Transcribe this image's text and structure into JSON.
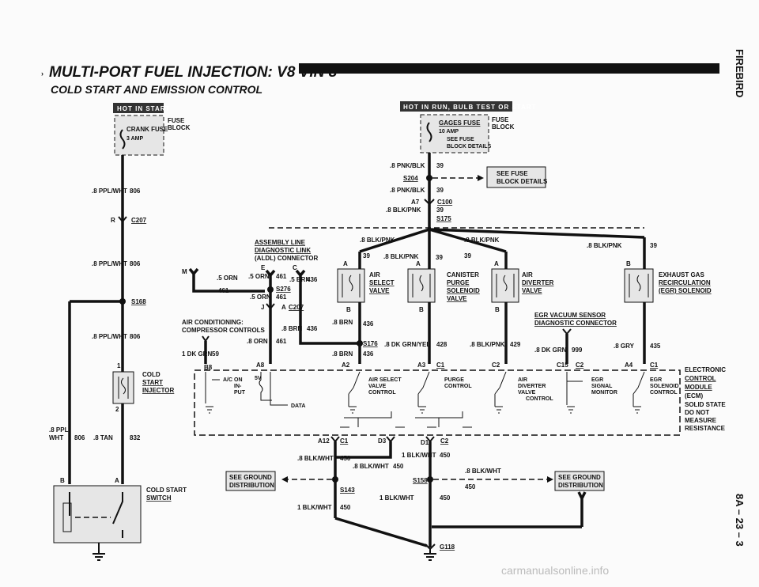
{
  "header": {
    "title": "MULTI-PORT FUEL INJECTION: V8 VIN 8",
    "subtitle": "COLD START AND EMISSION CONTROL"
  },
  "side_labels": {
    "model": "FIREBIRD",
    "page": "8A – 23 – 3"
  },
  "tags": {
    "hot_in_start": "HOT IN START",
    "hot_in_run": "HOT IN RUN, BULB TEST OR START"
  },
  "fuse_left": {
    "block": "FUSE\nBLOCK",
    "fuse": "CRANK FUSE",
    "amp": "3 AMP"
  },
  "fuse_right": {
    "block": "FUSE\nBLOCK",
    "fuse": "GAGES FUSE",
    "amp": "10 AMP",
    "see": "SEE FUSE",
    "details": "BLOCK DETAILS"
  },
  "see_fuse_box": {
    "line1": "SEE FUSE",
    "line2": "BLOCK DETAILS"
  },
  "left_wires": {
    "w1": ".8 PPL/WHT",
    "c1": "806",
    "r": "R",
    "c207": "C207",
    "w2": ".8 PPL/WHT",
    "c2": "806",
    "s168": "S168",
    "w3": ".8 PPL/WHT",
    "c3": "806",
    "cold1": "COLD",
    "cold2": "START",
    "cold3": "INJECTOR",
    "pin1": "1",
    "pin2": "2",
    "ppl1": ".8 PPL/",
    "ppl2": "WHT",
    "c4": "806",
    "tan": ".8 TAN",
    "c832": "832",
    "b": "B",
    "a": "A",
    "switch1": "COLD START",
    "switch2": "SWITCH"
  },
  "top_wires": {
    "pnk1": ".8 PNK/BLK",
    "c39a": "39",
    "s204": "S204",
    "pnk2": ".8 PNK/BLK",
    "c39b": "39",
    "a7": "A7",
    "c100": "C100",
    "blkpnk": ".8 BLK/PNK",
    "c39c": "39",
    "s175": "S175"
  },
  "aldl": {
    "l1": "ASSEMBLY LINE",
    "l2": "DIAGNOSTIC LINK",
    "l3": "(ALDL) CONNECTOR"
  },
  "branch_labels": {
    "b1": ".8 BLK/PNK",
    "b2": ".8 BLK/PNK",
    "b3": ".8 BLK/PNK",
    "b4": ".8 BLK/PNK",
    "n39a": "39",
    "n39b": "39",
    "n39c": "39",
    "n39d": "39"
  },
  "aldl_wires": {
    "m": "M",
    "e": "E",
    "c": "C",
    "orn5a": ".5 ORN",
    "orn5b": ".5 ORN",
    "n461a": "461",
    "brn5": ".5 BRN",
    "n436a": "436",
    "s276": "S276",
    "n461b": "461",
    "orn5c": ".5 ORN",
    "n461c": "461",
    "j": "J",
    "a": "A",
    "c207": "C207"
  },
  "ac": {
    "l1": "AIR CONDITIONING:",
    "l2": "COMPRESSOR CONTROLS",
    "brn": ".8 BRN",
    "n436": "436",
    "orn": ".8 ORN",
    "n461": "461",
    "grn": "1 DK GRN",
    "n59": "59"
  },
  "components": {
    "air_select": [
      "AIR",
      "SELECT",
      "VALVE"
    ],
    "canister": [
      "CANISTER",
      "PURGE",
      "SOLENOID",
      "VALVE"
    ],
    "air_diverter": [
      "AIR",
      "DIVERTER",
      "VALVE"
    ],
    "egr_exhaust": [
      "EXHAUST GAS",
      "RECIRCULATION",
      "(EGR) SOLENOID"
    ],
    "egr_sensor": [
      "EGR VACUUM SENSOR",
      "DIAGNOSTIC CONNECTOR"
    ]
  },
  "mid_wires": {
    "brn1": ".8 BRN",
    "n436a": "436",
    "s176": "S176",
    "dkgrn": ".8 DK GRN/YEL",
    "n428": "428",
    "brn2": ".8 BRN",
    "n436b": "436",
    "blkpnk": ".8 BLK/PNK",
    "n429": "429",
    "dkgrn2": ".8 DK GRN",
    "n999": "999",
    "gry": ".8 GRY",
    "n435": "435",
    "b": "B",
    "a1": "A",
    "a2": "A",
    "a3": "A",
    "b2": "B",
    "b3": "B",
    "b4": "B"
  },
  "ecm_pins": {
    "b8": "B8",
    "a8": "A8",
    "a2": "A2",
    "a3": "A3",
    "c1a": "C1",
    "c2": "C2",
    "c15": "C15",
    "c2b": "C2",
    "a4": "A4",
    "c1b": "C1"
  },
  "ecm": {
    "ac_on": "A/C ON",
    "input": "IN-\nPUT",
    "sv": "5V",
    "data": "DATA",
    "air_select": "AIR SELECT\nVALVE\nCONTROL",
    "purge": "PURGE\nCONTROL",
    "air_div": "AIR\nDIVERTER\nVALVE\nCONTROL",
    "egr_sig": "EGR\nSIGNAL\nMONITOR",
    "egr_sol": "EGR\nSOLENOID\nCONTROL",
    "title": [
      "ELECTRONIC",
      "CONTROL",
      "MODULE",
      "(ECM)"
    ],
    "note": [
      "SOLID STATE",
      "DO NOT",
      "MEASURE",
      "RESISTANCE"
    ]
  },
  "ground": {
    "a12": "A12",
    "c1": "C1",
    "d3": "D3",
    "d1": "D1",
    "c2": "C2",
    "blkwht1": ".8 BLK/WHT",
    "n450a": "450",
    "blkwht2": "1 BLK/WHT",
    "n450b": "450",
    "blkwht3": ".8 BLK/WHT",
    "n450c": "450",
    "blkwht4": ".8 BLK/WHT",
    "s158": "S158",
    "n450d": "450",
    "s143": "S143",
    "blkwht5": "1 BLK/WHT",
    "n450e": "450",
    "blkwht6": "1 BLK/WHT",
    "n450f": "450",
    "g118": "G118",
    "box_l1": "SEE GROUND",
    "box_l2": "DISTRIBUTION",
    "box_r1": "SEE GROUND",
    "box_r2": "DISTRIBUTION"
  },
  "watermark": "carmanualsonline.info"
}
